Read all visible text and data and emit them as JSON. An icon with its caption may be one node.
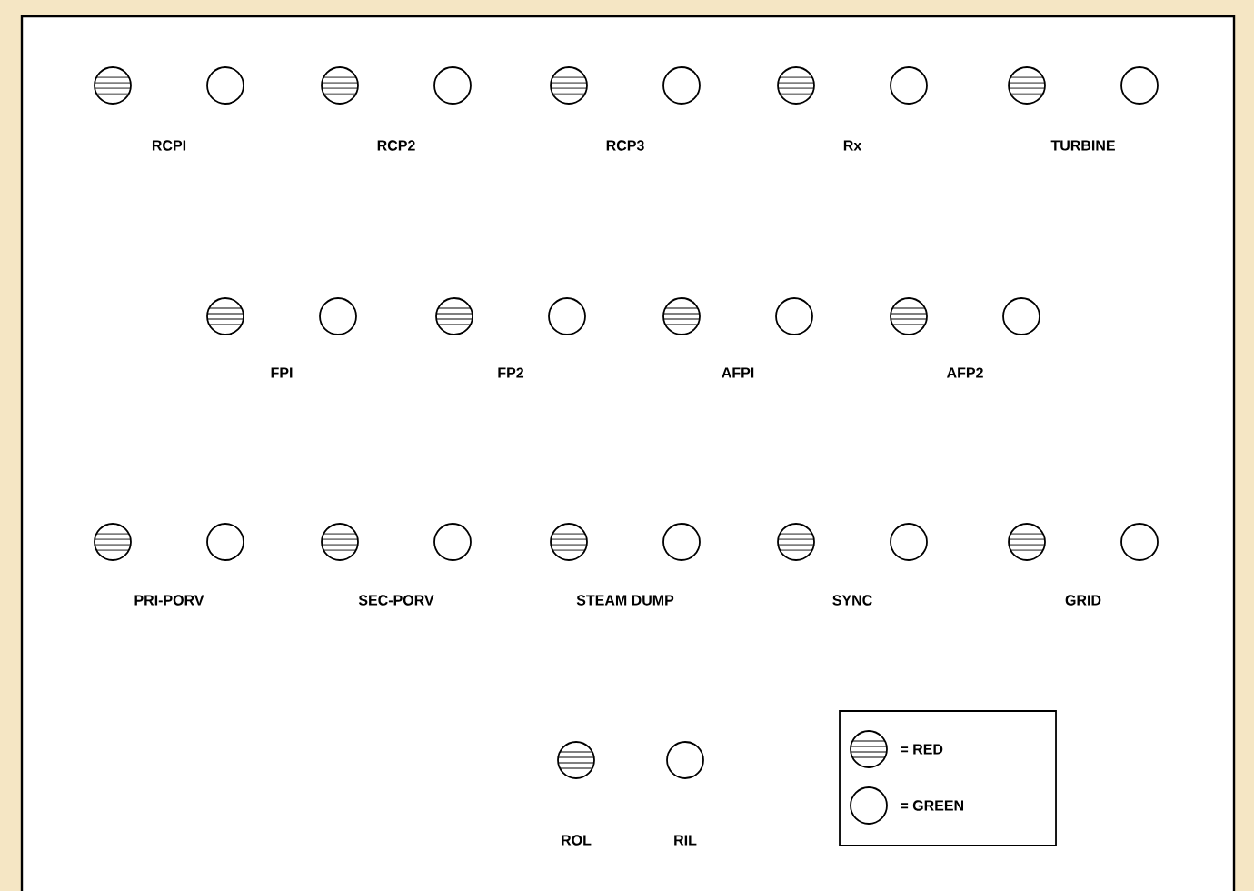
{
  "diagram": {
    "labels": [
      "RCPI",
      "RCP2",
      "RCP3",
      "Rx",
      "TURBINE",
      "FPI",
      "FP2",
      "AFPI",
      "AFP2",
      "PRI-PORV",
      "SEC-PORV",
      "STEAM DUMP",
      "SYNC",
      "GRID",
      "ROL",
      "RIL"
    ],
    "legend": [
      {
        "text": "= RED"
      },
      {
        "text": "= GREEN"
      }
    ]
  }
}
